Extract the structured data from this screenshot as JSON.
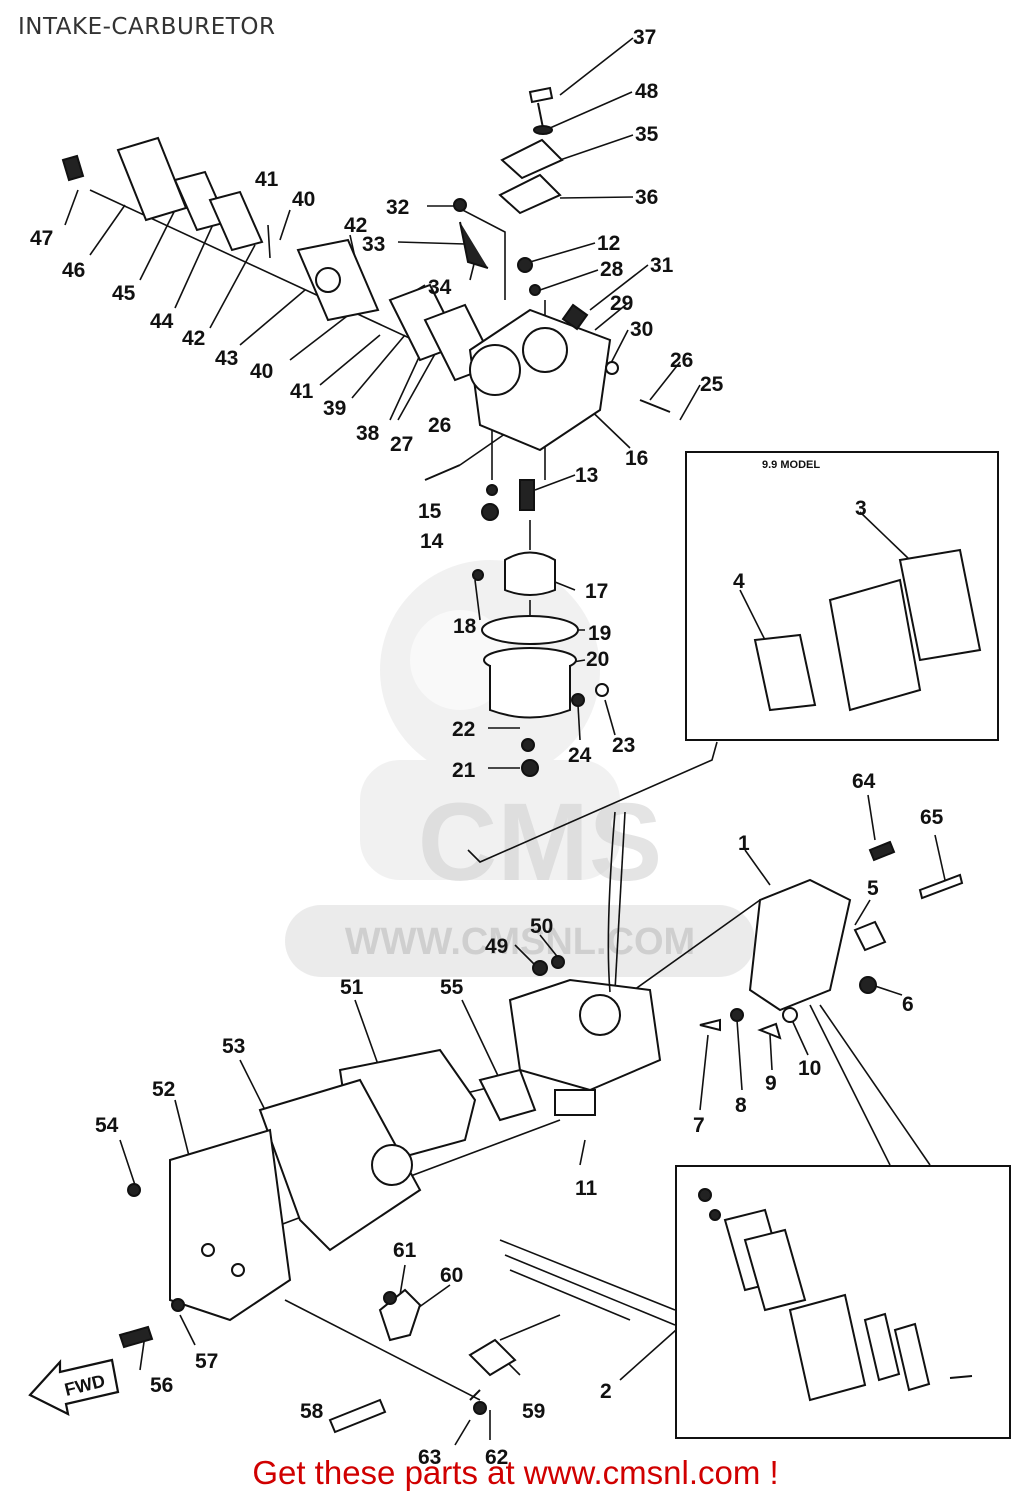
{
  "page": {
    "title": "INTAKE-CARBURETOR",
    "footer_link": "Get these parts at www.cmsnl.com !"
  },
  "diagram": {
    "inset_top_caption": "9.9 MODEL",
    "watermark": {
      "brand": "CMS",
      "url": "WWW.CMSNL.COM"
    },
    "direction_label": "FWD",
    "callouts": [
      "37",
      "48",
      "35",
      "36",
      "32",
      "33",
      "12",
      "28",
      "31",
      "29",
      "30",
      "26",
      "25",
      "16",
      "13",
      "27",
      "26",
      "15",
      "14",
      "47",
      "46",
      "45",
      "44",
      "42",
      "43",
      "40",
      "41",
      "39",
      "38",
      "41",
      "40",
      "42",
      "34",
      "17",
      "18",
      "19",
      "20",
      "22",
      "21",
      "24",
      "23",
      "3",
      "4",
      "64",
      "65",
      "1",
      "5",
      "6",
      "50",
      "49",
      "51",
      "55",
      "53",
      "52",
      "54",
      "11",
      "7",
      "8",
      "9",
      "10",
      "61",
      "60",
      "2",
      "56",
      "57",
      "58",
      "59",
      "63",
      "62"
    ]
  }
}
